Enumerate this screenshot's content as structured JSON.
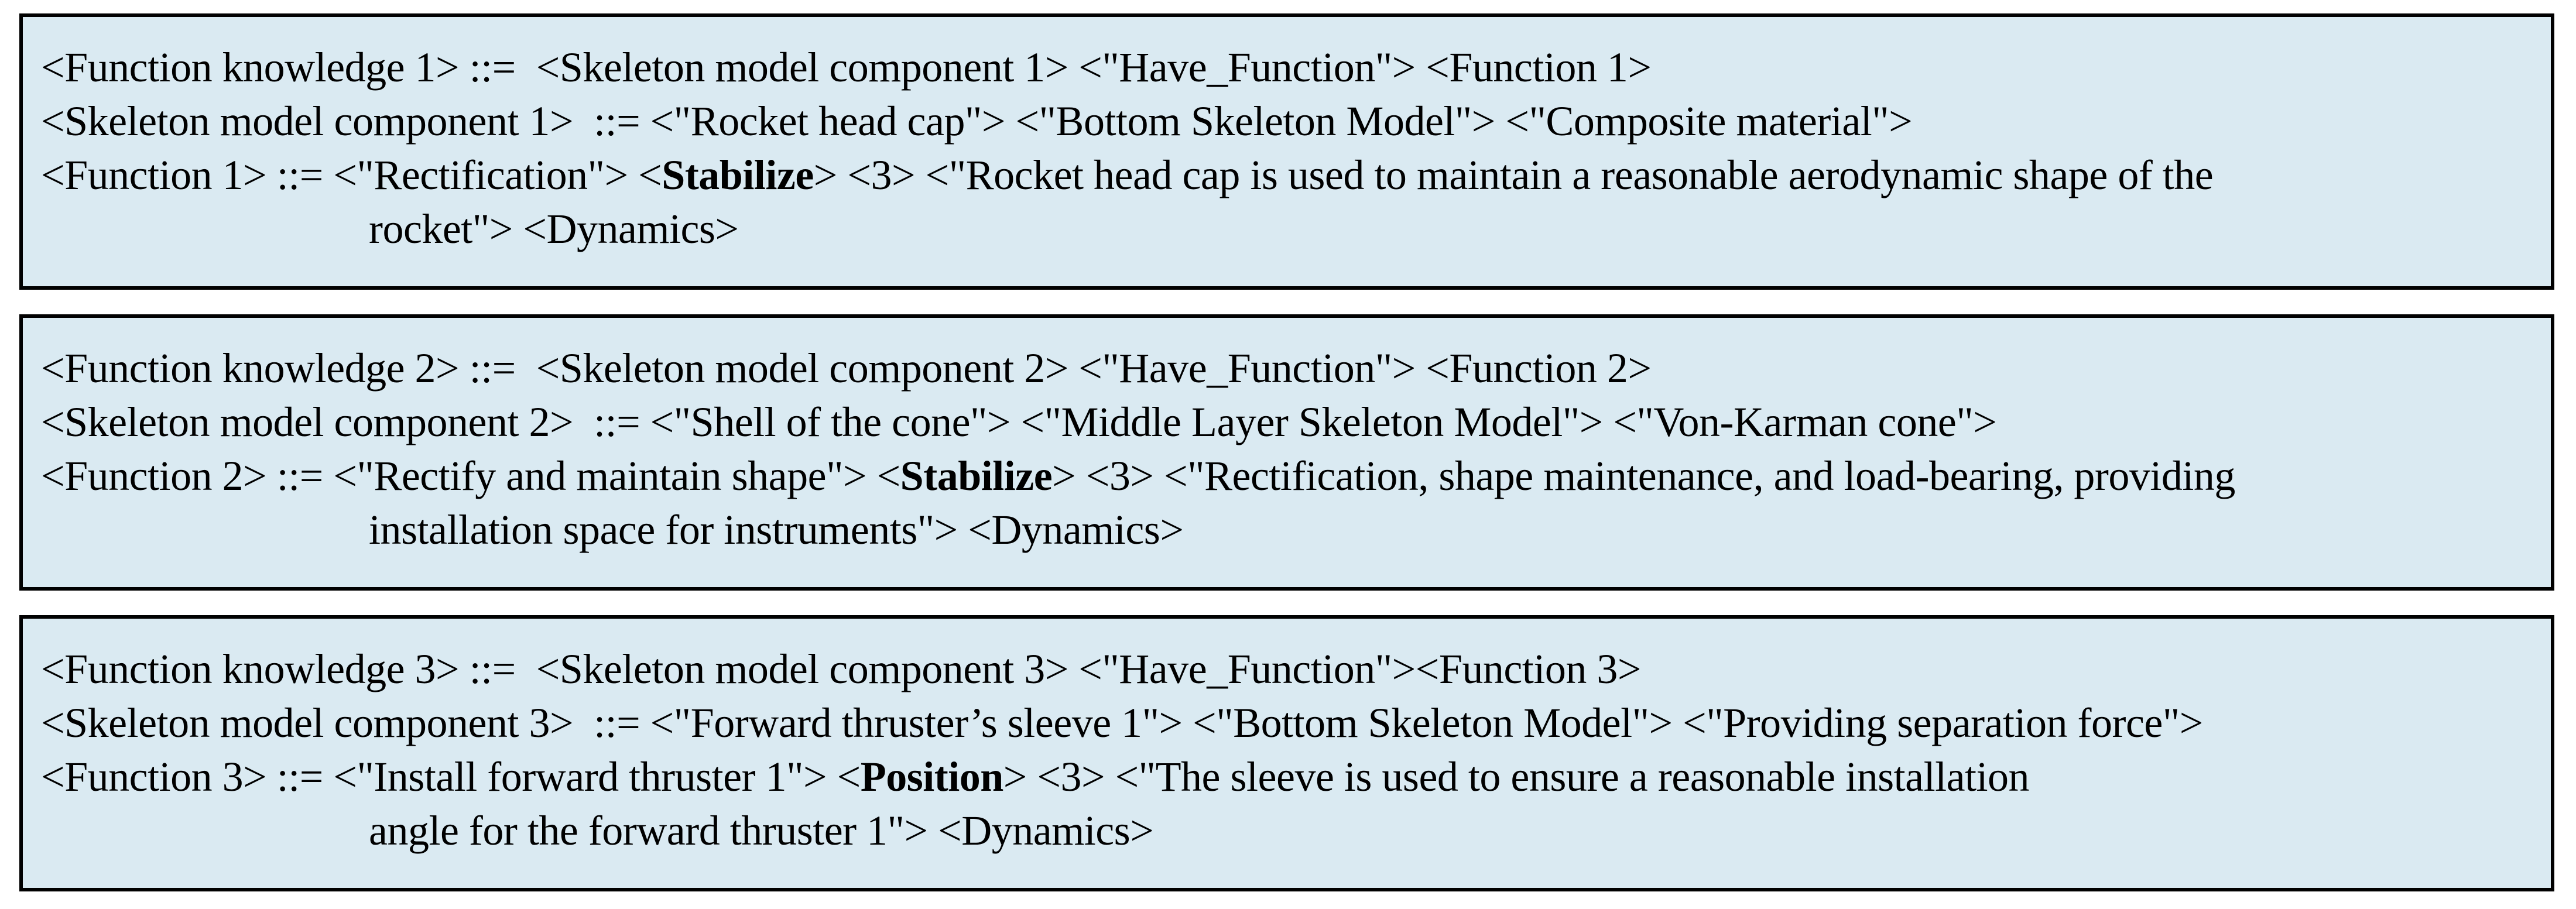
{
  "figure": {
    "description": "BNF grammar figure with three function-knowledge rule boxes",
    "colors": {
      "page_background": "#ffffff",
      "box_fill": "#daeaf2",
      "box_border": "#010101",
      "text": "#000000"
    },
    "boxes": [
      {
        "id": "function-knowledge-1",
        "lines": [
          {
            "indent": false,
            "segments": [
              {
                "text": "<Function knowledge 1> ::=  <Skeleton model component 1> <\"Have_Function\"> <Function 1>",
                "bold": false
              }
            ]
          },
          {
            "indent": false,
            "segments": [
              {
                "text": "<Skeleton model component 1>  ::= <\"Rocket head cap\"> <\"Bottom Skeleton Model\"> <\"Composite material\">",
                "bold": false
              }
            ]
          },
          {
            "indent": false,
            "segments": [
              {
                "text": "<Function 1> ::= <\"Rectification\"> <",
                "bold": false
              },
              {
                "text": "Stabilize",
                "bold": true
              },
              {
                "text": "> <3> <\"Rocket head cap is used to maintain a reasonable aerodynamic shape of the",
                "bold": false
              }
            ]
          },
          {
            "indent": true,
            "segments": [
              {
                "text": "rocket\"> <Dynamics>",
                "bold": false
              }
            ]
          }
        ]
      },
      {
        "id": "function-knowledge-2",
        "lines": [
          {
            "indent": false,
            "segments": [
              {
                "text": "<Function knowledge 2> ::=  <Skeleton model component 2> <\"Have_Function\"> <Function 2>",
                "bold": false
              }
            ]
          },
          {
            "indent": false,
            "segments": [
              {
                "text": "<Skeleton model component 2>  ::= <\"Shell of the cone\"> <\"Middle Layer Skeleton Model\"> <\"Von-Karman cone\">",
                "bold": false
              }
            ]
          },
          {
            "indent": false,
            "segments": [
              {
                "text": "<Function 2> ::= <\"Rectify and maintain shape\"> <",
                "bold": false
              },
              {
                "text": "Stabilize",
                "bold": true
              },
              {
                "text": "> <3> <\"Rectification, shape maintenance, and load-bearing, providing",
                "bold": false
              }
            ]
          },
          {
            "indent": true,
            "segments": [
              {
                "text": "installation space for instruments\"> <Dynamics>",
                "bold": false
              }
            ]
          }
        ]
      },
      {
        "id": "function-knowledge-3",
        "lines": [
          {
            "indent": false,
            "segments": [
              {
                "text": "<Function knowledge 3> ::=  <Skeleton model component 3> <\"Have_Function\"><Function 3>",
                "bold": false
              }
            ]
          },
          {
            "indent": false,
            "segments": [
              {
                "text": "<Skeleton model component 3>  ::= <\"Forward thruster’s sleeve 1\"> <\"Bottom Skeleton Model\"> <\"Providing separation force\">",
                "bold": false
              }
            ]
          },
          {
            "indent": false,
            "segments": [
              {
                "text": "<Function 3> ::= <\"Install forward thruster 1\"> <",
                "bold": false
              },
              {
                "text": "Position",
                "bold": true
              },
              {
                "text": "> <3> <\"The sleeve is used to ensure a reasonable installation",
                "bold": false
              }
            ]
          },
          {
            "indent": true,
            "segments": [
              {
                "text": "angle for the forward thruster 1\"> <Dynamics>",
                "bold": false
              }
            ]
          }
        ]
      }
    ]
  }
}
